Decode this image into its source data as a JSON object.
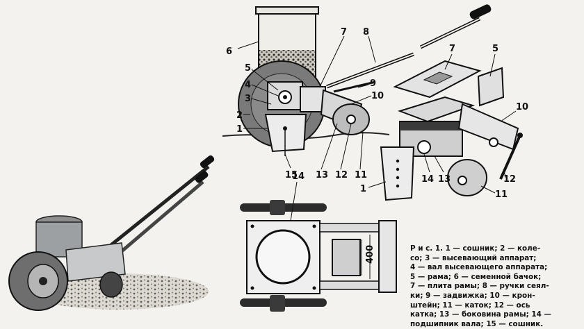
{
  "caption": {
    "lines": [
      "Р и с. 1. 1 — сошник; 2 — коле-",
      "со; 3 — высевающий аппарат;",
      "4 — вал высевающего аппарата;",
      "5 — рама; 6 — семенной бачок;",
      "7 — плита рамы; 8 — ручки сеял-",
      "ки; 9 — задвижка; 10 — крон-",
      "штейн; 11 — каток; 12 — ось",
      "катка; 13 — боковина рамы; 14 —",
      "подшипник вала; 15 — сошник."
    ]
  },
  "section_view": {
    "labels": {
      "n1": "1",
      "n2": "2",
      "n3": "3",
      "n4": "4",
      "n5": "5",
      "n6": "6",
      "n7": "7",
      "n8": "8",
      "n9": "9",
      "n10": "10",
      "n11": "11",
      "n12": "12",
      "n13": "13",
      "n15": "15"
    }
  },
  "exploded_view": {
    "labels": {
      "n7": "7",
      "n5": "5",
      "n10": "10",
      "n1": "1",
      "n14": "14",
      "n13": "13",
      "n12": "12",
      "n11": "11"
    }
  },
  "top_view": {
    "labels": {
      "n14": "14"
    },
    "dimension": "400"
  },
  "colors": {
    "ink": "#111111",
    "paper": "#f4f2ee",
    "metal": "#b9bcc0",
    "dark": "#3a3a3a"
  }
}
